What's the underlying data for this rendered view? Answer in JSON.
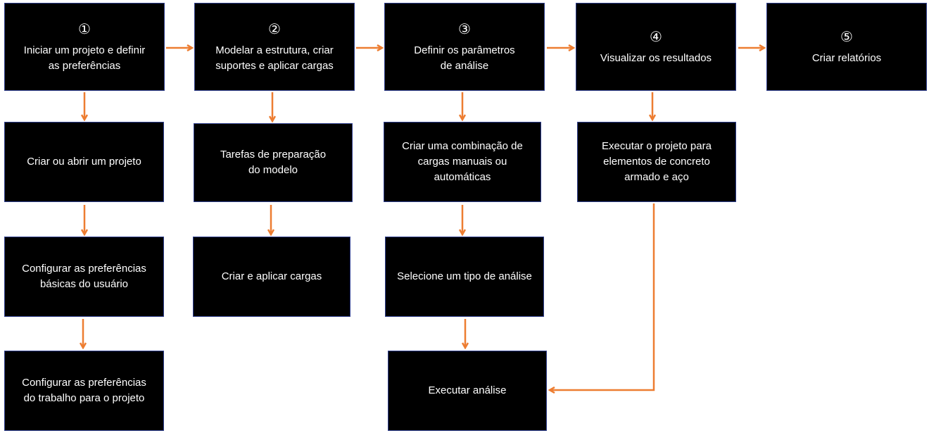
{
  "colors": {
    "box_fill": "#000000",
    "box_border": "#2f3f8f",
    "text": "#ffffff",
    "arrow": "#ed7d31",
    "background": "#ffffff"
  },
  "steps": [
    {
      "number": "①",
      "label": "Iniciar um projeto e definir\nas preferências"
    },
    {
      "number": "②",
      "label": "Modelar a estrutura, criar\nsuportes e aplicar cargas"
    },
    {
      "number": "③",
      "label": "Definir os parâmetros\nde análise"
    },
    {
      "number": "④",
      "label": "Visualizar os resultados"
    },
    {
      "number": "⑤",
      "label": "Criar relatórios"
    }
  ],
  "substeps": {
    "step1": [
      "Criar ou abrir um projeto",
      "Configurar as preferências\nbásicas do usuário",
      "Configurar as preferências\ndo trabalho para o projeto"
    ],
    "step2": [
      "Tarefas de preparação\ndo modelo",
      "Criar e aplicar cargas"
    ],
    "step3": [
      "Criar uma combinação de\ncargas manuais ou\nautomáticas",
      "Selecione um tipo de análise",
      "Executar análise"
    ],
    "step4": [
      "Executar o projeto para\nelementos de concreto\narmado e aço"
    ]
  }
}
